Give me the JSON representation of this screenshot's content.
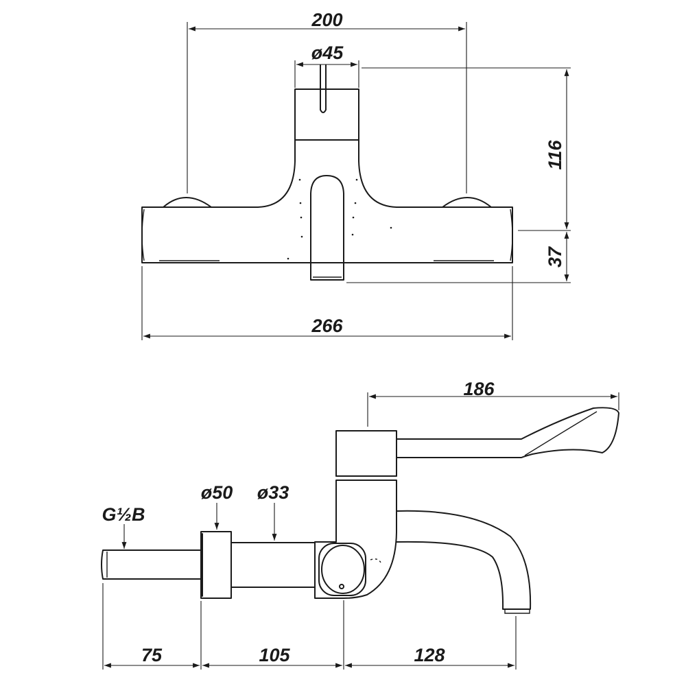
{
  "front_view": {
    "dim_overall_width": "200",
    "dim_handle_diameter": "ø45",
    "dim_height_top": "116",
    "dim_height_bottom": "37",
    "dim_total_width": "266"
  },
  "side_view": {
    "dim_lever_length": "186",
    "dim_flange_diameter": "ø50",
    "dim_pipe_diameter": "ø33",
    "dim_thread": "G½B",
    "dim_thread_length": "75",
    "dim_pipe_length": "105",
    "dim_spout_projection": "128"
  }
}
